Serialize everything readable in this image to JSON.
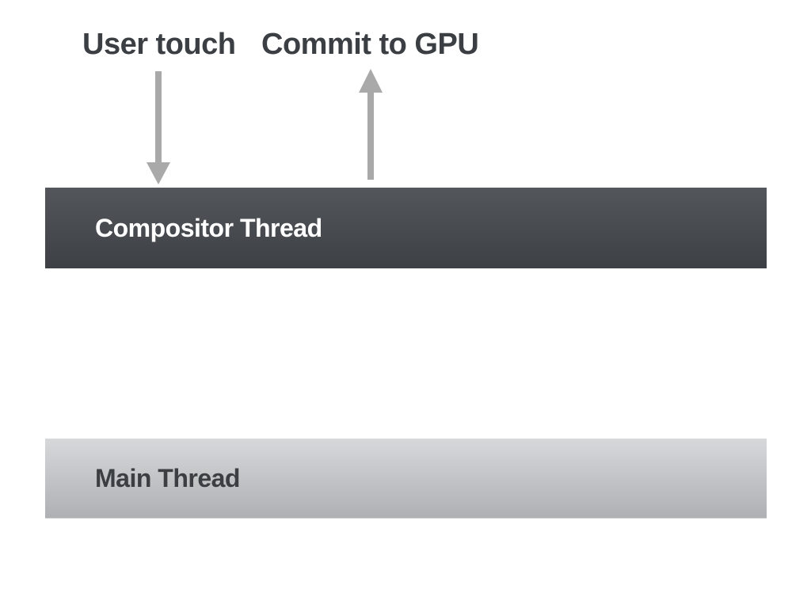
{
  "diagram": {
    "annotations": [
      {
        "label": "User touch",
        "arrow_icon": "down-arrow-icon",
        "direction": "down"
      },
      {
        "label": "Commit to GPU",
        "arrow_icon": "up-arrow-icon",
        "direction": "up"
      }
    ],
    "bars": [
      {
        "label": "Compositor Thread"
      },
      {
        "label": "Main Thread"
      }
    ]
  },
  "colors": {
    "background": "#ffffff",
    "label-text": "#3b3e42",
    "arrow": "#a9a9a9",
    "compositor-top": "#53575c",
    "compositor-bottom": "#3d4145",
    "compositor-text": "#ffffff",
    "main-top": "#d6d8da",
    "main-bottom": "#aeb1b3",
    "main-bottom-edge": "#c9cccd",
    "main-text": "#3b3e42"
  }
}
